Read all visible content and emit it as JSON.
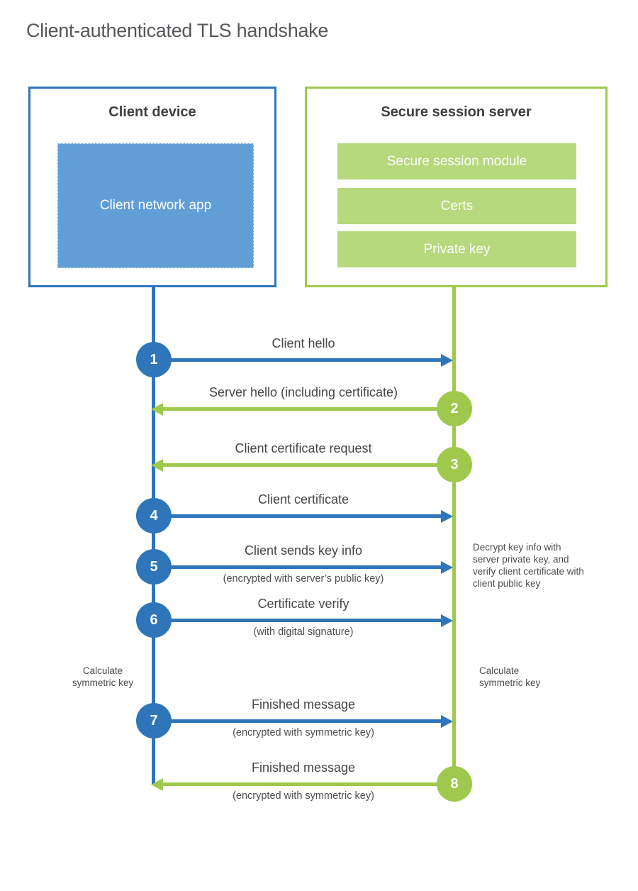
{
  "title": "Client-authenticated TLS handshake",
  "colors": {
    "blue": "#2E76B9",
    "blueFill": "#619ED6",
    "green": "#9EC94C",
    "greenFill": "#B5D97C",
    "heading": "#3F3F41",
    "label": "#464648",
    "note": "#4D4D4F",
    "title": "#56575B"
  },
  "client_box": {
    "title": "Client device",
    "module": "Client network app"
  },
  "server_box": {
    "title": "Secure session server",
    "modules": [
      "Secure session module",
      "Certs",
      "Private key"
    ]
  },
  "messages": [
    {
      "num": "1",
      "label": "Client hello",
      "direction": "right",
      "color": "blue"
    },
    {
      "num": "2",
      "label": "Server hello (including certificate)",
      "direction": "left",
      "color": "green"
    },
    {
      "num": "3",
      "label": "Client certificate request",
      "direction": "left",
      "color": "green"
    },
    {
      "num": "4",
      "label": "Client certificate",
      "direction": "right",
      "color": "blue"
    },
    {
      "num": "5",
      "label": "Client sends key info",
      "sub": "(encrypted with server’s public key)",
      "direction": "right",
      "color": "blue"
    },
    {
      "num": "6",
      "label": "Certificate verify",
      "sub": "(with digital signature)",
      "direction": "right",
      "color": "blue"
    },
    {
      "num": "7",
      "label": "Finished message",
      "sub": "(encrypted with symmetric key)",
      "direction": "right",
      "color": "blue"
    },
    {
      "num": "8",
      "label": "Finished message",
      "sub": "(encrypted with symmetric key)",
      "direction": "left",
      "color": "green"
    }
  ],
  "notes": {
    "decrypt": "Decrypt key info with server private key, and verify client certificate with client public key",
    "calc_left": "Calculate symmetric key",
    "calc_right": "Calculate symmetric key"
  }
}
